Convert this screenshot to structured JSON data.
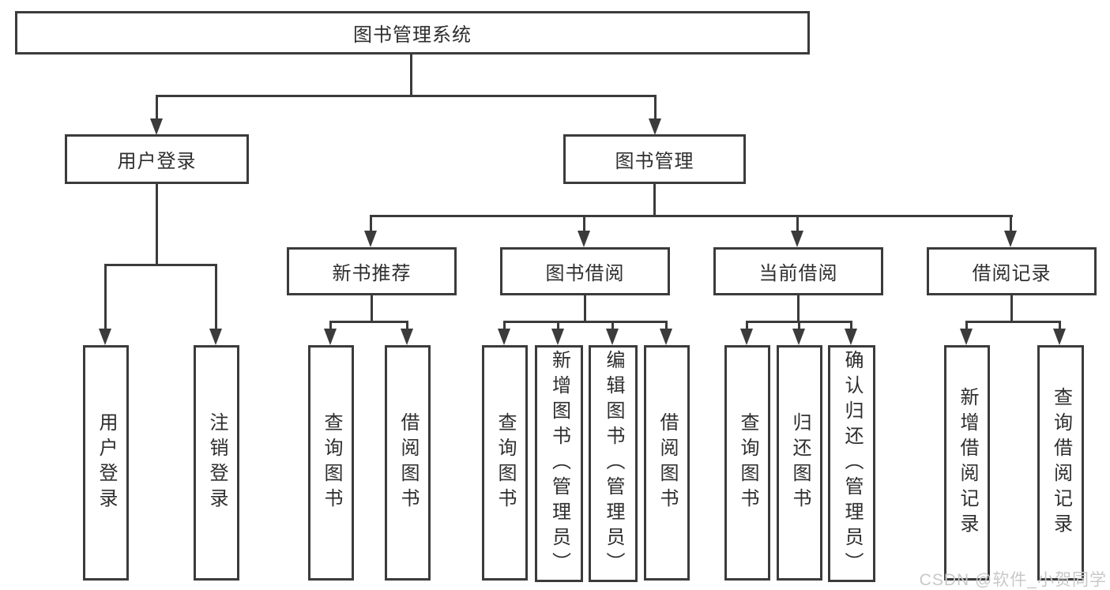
{
  "root": {
    "label": "图书管理系统"
  },
  "level2": [
    {
      "label": "用户登录"
    },
    {
      "label": "图书管理"
    }
  ],
  "level3": [
    {
      "label": "新书推荐"
    },
    {
      "label": "图书借阅"
    },
    {
      "label": "当前借阅"
    },
    {
      "label": "借阅记录"
    }
  ],
  "leaves": [
    {
      "label": "用户登录"
    },
    {
      "label": "注销登录"
    },
    {
      "label": "查询图书"
    },
    {
      "label": "借阅图书"
    },
    {
      "label": "查询图书"
    },
    {
      "label": "新增图书（管理员）"
    },
    {
      "label": "编辑图书（管理员）"
    },
    {
      "label": "借阅图书"
    },
    {
      "label": "查询图书"
    },
    {
      "label": "归还图书"
    },
    {
      "label": "确认归还（管理员）"
    },
    {
      "label": "新增借阅记录"
    },
    {
      "label": "查询借阅记录"
    }
  ],
  "watermark": "CSDN @软件_小贺同学",
  "colors": {
    "line": "#3b3b3b",
    "text": "#2e2e2e",
    "watermark": "#c8c8c8",
    "background": "#ffffff"
  }
}
